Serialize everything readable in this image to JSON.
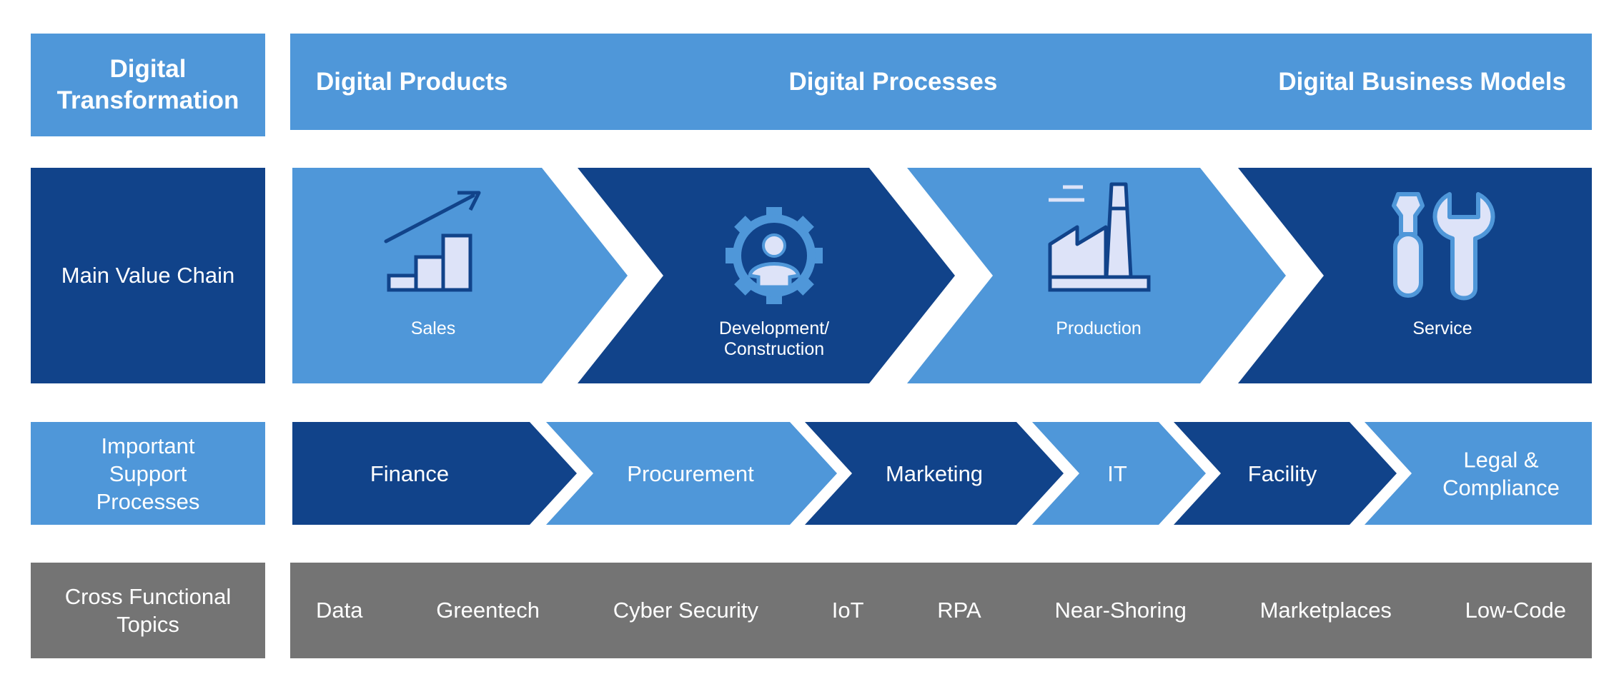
{
  "labels": {
    "digital_transformation_line1": "Digital",
    "digital_transformation_line2": "Transformation",
    "main_value_chain": "Main Value Chain",
    "support_line1": "Important",
    "support_line2": "Support",
    "support_line3": "Processes",
    "cross_line1": "Cross Functional",
    "cross_line2": "Topics"
  },
  "banner": {
    "items": [
      "Digital Products",
      "Digital Processes",
      "Digital Business Models"
    ]
  },
  "value_chain": [
    {
      "lines": [
        "Sales"
      ],
      "icon": "growth-chart-icon",
      "tone": "light"
    },
    {
      "lines": [
        "Development/",
        "Construction"
      ],
      "icon": "gear-person-icon",
      "tone": "dark"
    },
    {
      "lines": [
        "Production"
      ],
      "icon": "factory-icon",
      "tone": "light"
    },
    {
      "lines": [
        "Service"
      ],
      "icon": "tools-icon",
      "tone": "dark"
    }
  ],
  "support": [
    {
      "lines": [
        "Finance"
      ],
      "tone": "dark"
    },
    {
      "lines": [
        "Procurement"
      ],
      "tone": "light"
    },
    {
      "lines": [
        "Marketing"
      ],
      "tone": "dark"
    },
    {
      "lines": [
        "IT"
      ],
      "tone": "light"
    },
    {
      "lines": [
        "Facility"
      ],
      "tone": "dark"
    },
    {
      "lines": [
        "Legal &",
        "Compliance"
      ],
      "tone": "light"
    }
  ],
  "topics": [
    "Data",
    "Greentech",
    "Cyber Security",
    "IoT",
    "RPA",
    "Near-Shoring",
    "Marketplaces",
    "Low-Code"
  ],
  "colors": {
    "light": "#4f97d9",
    "dark": "#11438a",
    "grey": "#747474",
    "icon_fill": "#dde3f8"
  }
}
